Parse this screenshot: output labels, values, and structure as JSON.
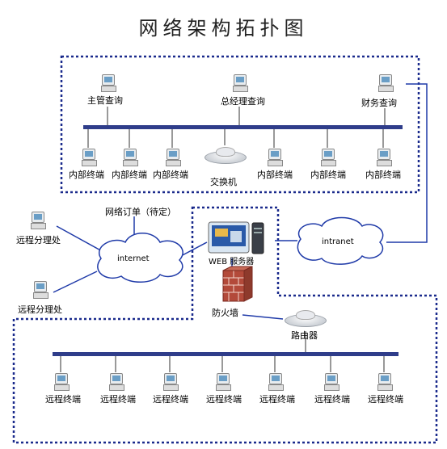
{
  "title": "网络架构拓扑图",
  "top_network": {
    "top_pcs": [
      "主管查询",
      "总经理查询",
      "财务查询"
    ],
    "bottom_pcs": [
      "内部终端",
      "内部终端",
      "内部终端",
      "内部终端",
      "内部终端",
      "内部终端"
    ],
    "switch_label": "交换机"
  },
  "center": {
    "internet_label": "internet",
    "intranet_label": "intranet",
    "order_label": "网络订单（待定）",
    "branches": [
      "远程分理处",
      "远程分理处"
    ],
    "server_label": "WEB 服务器",
    "firewall_label": "防火墙",
    "router_label": "路由器"
  },
  "bottom_network": {
    "terminals": [
      "远程终端",
      "远程终端",
      "远程终端",
      "远程终端",
      "远程终端",
      "远程终端",
      "远程终端"
    ]
  },
  "colors": {
    "dotted_border": "#1a2a8c",
    "bus": "#2f3d8a",
    "cloud_fill": "#ffffff",
    "wire": "#1f3aa8"
  },
  "icons": [
    "computer-icon",
    "switch-icon",
    "cloud-icon",
    "server-icon",
    "firewall-icon",
    "router-icon"
  ]
}
